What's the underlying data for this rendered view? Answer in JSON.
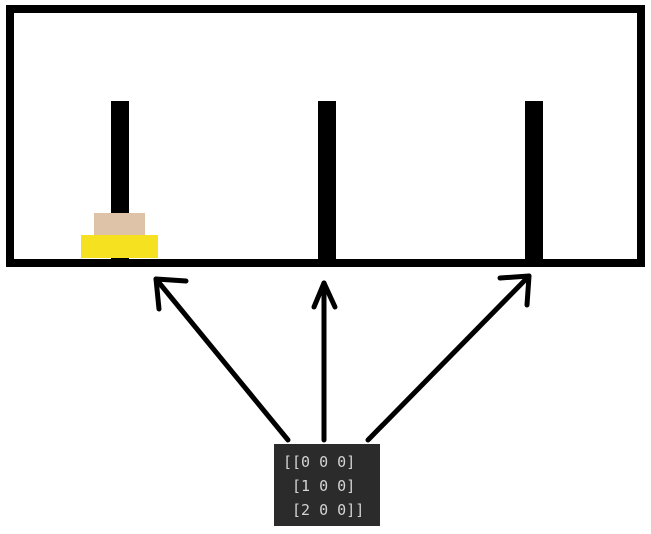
{
  "pegs": [
    "left",
    "middle",
    "right"
  ],
  "disks": [
    {
      "name": "small",
      "peg": "left",
      "color": "#dfc3a8"
    },
    {
      "name": "large",
      "peg": "left",
      "color": "#f5e11f"
    }
  ],
  "colors": {
    "frame": "#000000",
    "peg": "#000000",
    "arrow": "#000000",
    "matrix_background": "#2b2b2b",
    "matrix_text": "#d4d4d4"
  },
  "matrix": {
    "rows": [
      "[[0 0 0]",
      " [1 0 0]",
      " [2 0 0]]"
    ]
  }
}
